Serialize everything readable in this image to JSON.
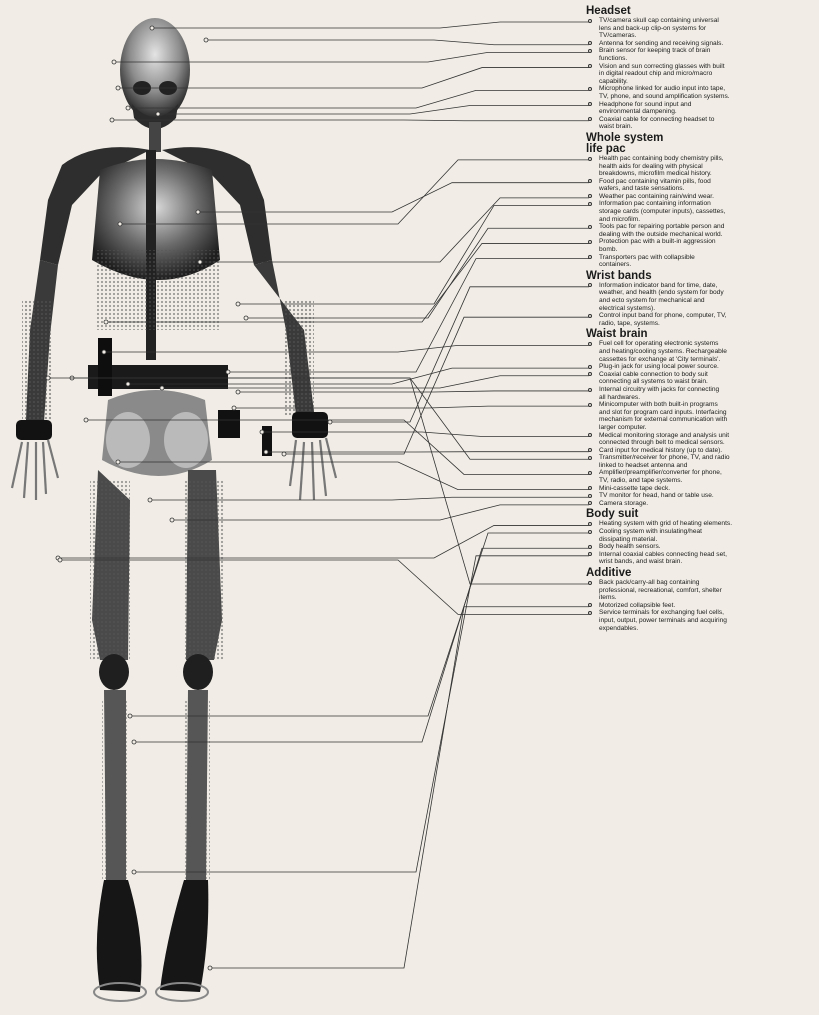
{
  "sections": [
    {
      "title": "Headset",
      "items": [
        [
          "TV/camera skull cap containing universal",
          "lens and back-up clip-on systems for",
          "TV/cameras."
        ],
        [
          "Antenna for sending and receiving signals."
        ],
        [
          "Brain sensor for keeping track of brain",
          "functions."
        ],
        [
          "Vision and sun correcting glasses with built",
          "in digital readout chip and micro/macro",
          "capability."
        ],
        [
          "Microphone linked for audio input into tape,",
          "TV, phone, and sound amplification systems."
        ],
        [
          "Headphone for sound input and",
          "environmental dampening."
        ],
        [
          "Coaxial cable for connecting headset to",
          "waist brain."
        ]
      ]
    },
    {
      "title": "Whole system|life pac",
      "items": [
        [
          "Health pac containing body chemistry pills,",
          "health aids for dealing with physical",
          "breakdowns, microfilm medical history."
        ],
        [
          "Food pac containing vitamin pills, food",
          "wafers, and taste sensations."
        ],
        [
          "Weather pac containing rain/wind wear."
        ],
        [
          "Information pac containing information",
          "storage cards (computer inputs), cassettes,",
          "and microfilm."
        ],
        [
          "Tools pac for repairing portable person and",
          "dealing with the outside mechanical world."
        ],
        [
          "Protection pac with a built-in aggression",
          "bomb."
        ],
        [
          "Transporters pac with collapsible",
          "containers."
        ]
      ]
    },
    {
      "title": "Wrist bands",
      "items": [
        [
          "Information indicator band for time, date,",
          "weather, and health (endo system for body",
          "and ecto system for mechanical and",
          "electrical systems)."
        ],
        [
          "Control input band for phone, computer, TV,",
          "radio, tape, systems."
        ]
      ]
    },
    {
      "title": "Waist brain",
      "items": [
        [
          "Fuel cell for operating electronic systems",
          "and heating/cooling systems. Rechargeable",
          "cassettes for exchange at 'City terminals'."
        ],
        [
          "Plug-in jack for using local power source."
        ],
        [
          "Coaxial cable connection to body suit",
          "connecting all systems to waist brain."
        ],
        [
          "Internal circuitry with jacks for connecting",
          "all hardwares."
        ],
        [
          "Minicomputer with both built-in programs",
          "and slot for program card inputs. Interfacing",
          "mechanism for external communication with",
          "larger computer."
        ],
        [
          "Medical monitoring storage and analysis unit",
          "connected through belt to medical sensors."
        ],
        [
          "Card input for medical history (up to date)."
        ],
        [
          "Transmitter/receiver for phone, TV, and radio",
          "linked to headset antenna and"
        ],
        [
          "Amplifier/preamplifier/converter for phone,",
          "TV, radio, and tape systems."
        ],
        [
          "Mini-cassette tape deck."
        ],
        [
          "TV monitor for head, hand or table use."
        ],
        [
          "Camera storage."
        ]
      ]
    },
    {
      "title": "Body suit",
      "items": [
        [
          "Heating system with grid of heating elements."
        ],
        [
          "Cooling system with insulating/heat",
          "dissipating material."
        ],
        [
          "Body health sensors."
        ],
        [
          "Internal coaxial cables connecting head set,",
          "wrist bands, and waist brain."
        ]
      ]
    },
    {
      "title": "Additive",
      "items": [
        [
          "Back pack/carry-all bag containing",
          "professional, recreational, comfort, shelter",
          "items."
        ],
        [
          "Motorized collapsible feet."
        ],
        [
          "Service terminals for exchanging fuel cells,",
          "input, output, power terminals and acquiring",
          "expendables."
        ]
      ]
    }
  ],
  "colors": {
    "paper": "#f1ede6",
    "ink": "#1b1b1b",
    "xray_dark": "#2a2a2a",
    "xray_mid": "#6e6e6e"
  }
}
